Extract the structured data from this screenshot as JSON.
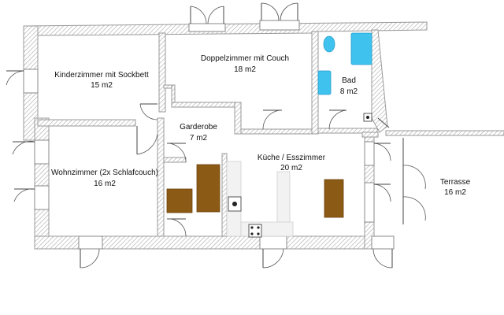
{
  "rooms": {
    "kinderzimmer": {
      "name": "Kinderzimmer mit Sockbett",
      "area": "15 m2"
    },
    "doppelzimmer": {
      "name": "Doppelzimmer mit Couch",
      "area": "18 m2"
    },
    "bad": {
      "name": "Bad",
      "area": "8 m2"
    },
    "garderobe": {
      "name": "Garderobe",
      "area": "7 m2"
    },
    "wohnzimmer": {
      "name": "Wohnzimmer (2x Schlafcouch)",
      "area": "16 m2"
    },
    "kueche": {
      "name": "Küche / Esszimmer",
      "area": "20 m2"
    },
    "terrasse": {
      "name": "Terrasse",
      "area": "16 m2"
    }
  },
  "colors": {
    "wall_hatch": "#9a9a9a",
    "wood": "#8b5a14",
    "water": "#3fc3ee"
  }
}
